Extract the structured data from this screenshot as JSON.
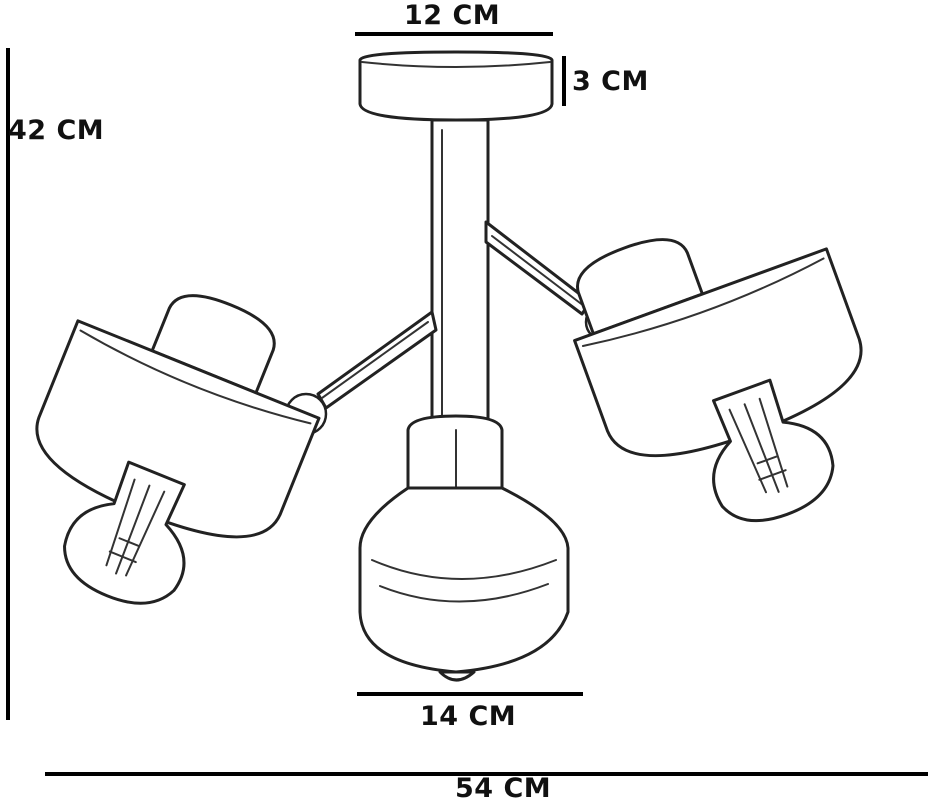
{
  "dimensions": {
    "top_width": "12 CM",
    "cap_height": "3 CM",
    "total_height": "42 CM",
    "shade_width": "14 CM",
    "total_width": "54 CM"
  }
}
